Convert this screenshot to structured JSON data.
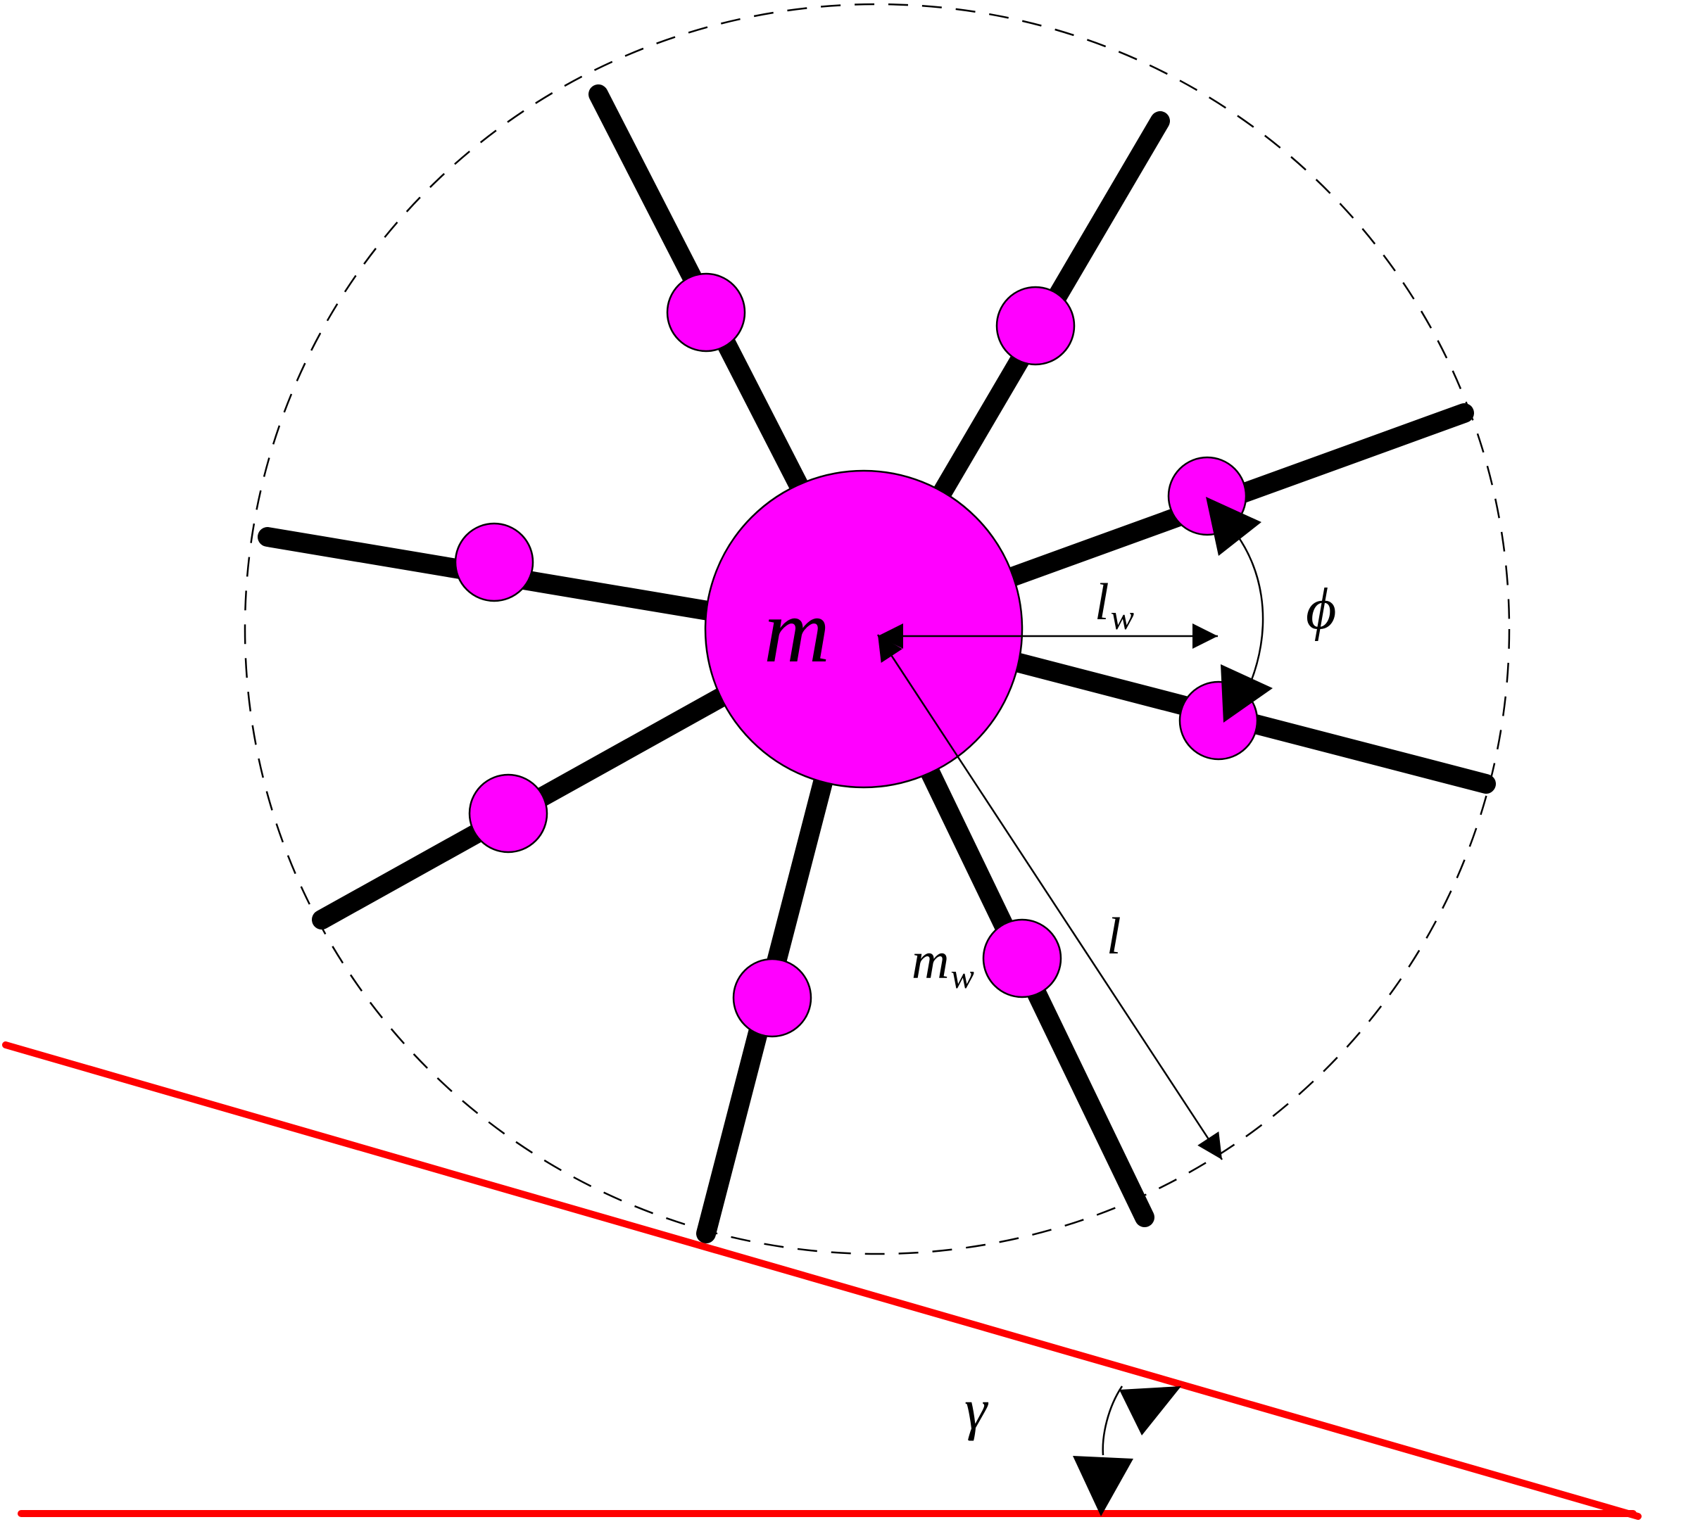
{
  "labels": {
    "hub_mass": "m",
    "spoke_mass": "m",
    "spoke_mass_sub": "w",
    "leg_length": "l",
    "mass_distance": "l",
    "mass_distance_sub": "w",
    "spoke_angle": "ϕ",
    "slope_angle": "γ"
  },
  "colors": {
    "mass_fill": "#ff00ff",
    "spoke": "#000000",
    "slope": "#ff0000",
    "ground": "#ff0000",
    "outline": "#000000"
  }
}
